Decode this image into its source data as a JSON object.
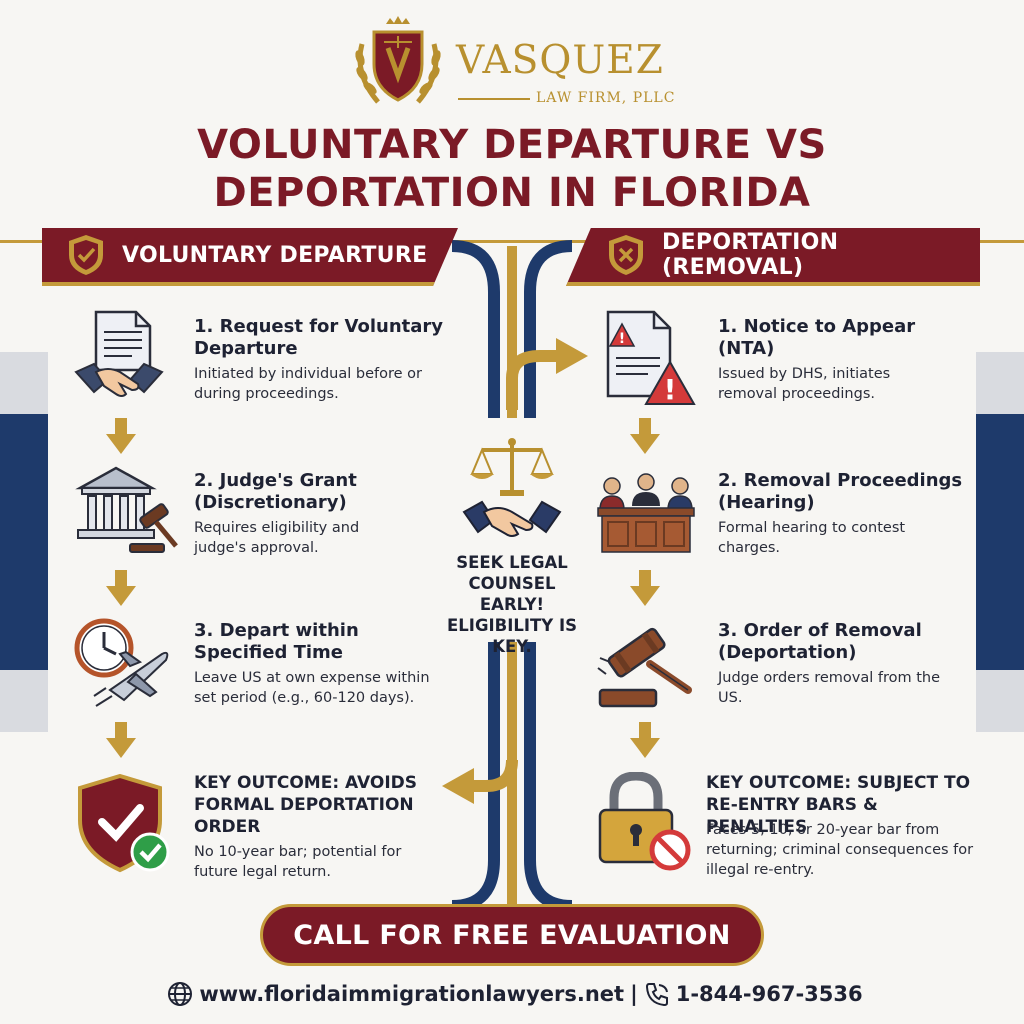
{
  "logo": {
    "name": "VASQUEZ",
    "subtitle": "LAW FIRM, PLLC"
  },
  "title": {
    "line1": "VOLUNTARY DEPARTURE VS",
    "line2": "DEPORTATION IN FLORIDA"
  },
  "colors": {
    "maroon": "#7b1a26",
    "gold": "#c49a3a",
    "navy": "#1e3a6b"
  },
  "left": {
    "header": "VOLUNTARY DEPARTURE",
    "header_icon": "check-shield-icon",
    "steps": [
      {
        "title": "1. Request for Voluntary Departure",
        "desc": "Initiated by individual before or during proceedings.",
        "icon": "document-handshake-icon"
      },
      {
        "title": "2. Judge's Grant (Discretionary)",
        "desc": "Requires eligibility and judge's approval.",
        "icon": "courthouse-gavel-icon"
      },
      {
        "title": "3. Depart within Specified Time",
        "desc": "Leave US at own expense within set period (e.g., 60-120 days).",
        "icon": "clock-airplane-icon"
      },
      {
        "title": "KEY OUTCOME: AVOIDS FORMAL DEPORTATION ORDER",
        "desc": "No 10-year bar; potential for future legal return.",
        "icon": "shield-check-icon"
      }
    ]
  },
  "right": {
    "header": "DEPORTATION (REMOVAL)",
    "header_icon": "x-shield-icon",
    "steps": [
      {
        "title": "1. Notice to Appear (NTA)",
        "desc": "Issued by DHS, initiates removal proceedings.",
        "icon": "warning-document-icon"
      },
      {
        "title": "2. Removal Proceedings (Hearing)",
        "desc": "Formal hearing to contest charges.",
        "icon": "courtroom-icon"
      },
      {
        "title": "3. Order of Removal (Deportation)",
        "desc": "Judge orders removal from the US.",
        "icon": "gavel-icon"
      },
      {
        "title": "KEY OUTCOME: SUBJECT TO RE-ENTRY BARS & PENALTIES",
        "desc": "Faces 5, 10, or 20-year bar from returning; criminal consequences for illegal re-entry.",
        "icon": "padlock-prohibited-icon"
      }
    ]
  },
  "center": {
    "text": "SEEK LEGAL COUNSEL EARLY! ELIGIBILITY IS KEY.",
    "icon": "scales-handshake-icon"
  },
  "cta": {
    "label": "CALL FOR FREE EVALUATION"
  },
  "footer": {
    "website": "www.floridaimmigrationlawyers.net",
    "separator": "|",
    "phone": "1-844-967-3536"
  }
}
